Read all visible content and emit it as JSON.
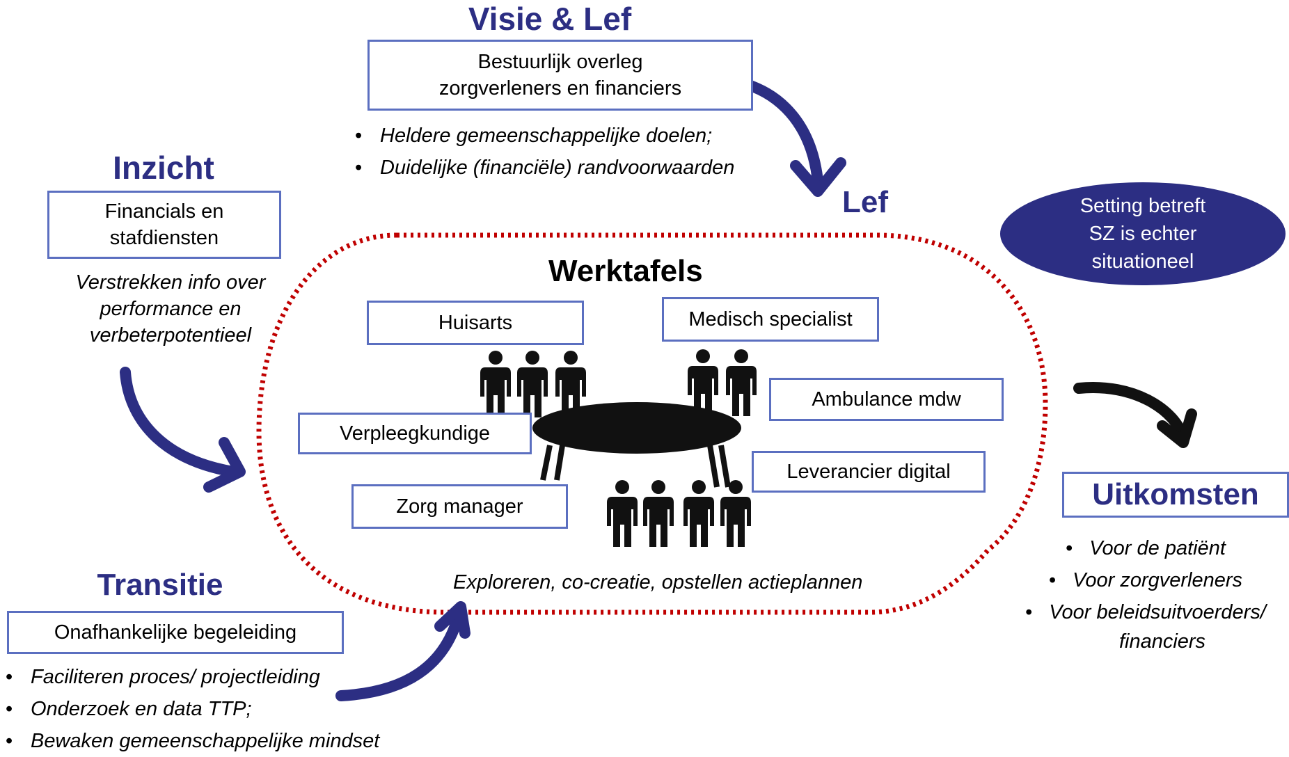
{
  "visie": {
    "heading": "Visie & Lef",
    "box_line1": "Bestuurlijk overleg",
    "box_line2": "zorgverleners en financiers",
    "bullets": [
      "Heldere gemeenschappelijke doelen;",
      "Duidelijke (financiële) randvoorwaarden"
    ]
  },
  "inzicht": {
    "heading": "Inzicht",
    "box_line1": "Financials en",
    "box_line2": "stafdiensten",
    "text_line1": "Verstrekken info over",
    "text_line2": "performance en",
    "text_line3": "verbeterpotentieel"
  },
  "lef_label": "Lef",
  "setting": {
    "line1": "Setting  betreft",
    "line2": "SZ is echter",
    "line3": "situationeel"
  },
  "werktafels": {
    "title": "Werktafels",
    "roles": {
      "huisarts": "Huisarts",
      "medisch_specialist": "Medisch specialist",
      "ambulance": "Ambulance mdw",
      "verpleegkundige": "Verpleegkundige",
      "leverancier": "Leverancier digital",
      "zorg_manager": "Zorg manager"
    },
    "caption": "Exploreren, co-creatie, opstellen actieplannen"
  },
  "transitie": {
    "heading": "Transitie",
    "box": "Onafhankelijke begeleiding",
    "bullets": [
      "Faciliteren proces/ projectleiding",
      "Onderzoek en data TTP;",
      "Bewaken gemeenschappelijke mindset"
    ]
  },
  "uitkomsten": {
    "heading": "Uitkomsten",
    "bullets": [
      "Voor de patiënt",
      "Voor zorgverleners",
      "Voor beleidsuitvoerders/"
    ],
    "bullet3_cont": "financiers"
  },
  "colors": {
    "accent_navy": "#2c2e83",
    "box_border": "#5b6fc0",
    "dotted_outline": "#c00000",
    "arrow_black": "#111111"
  }
}
